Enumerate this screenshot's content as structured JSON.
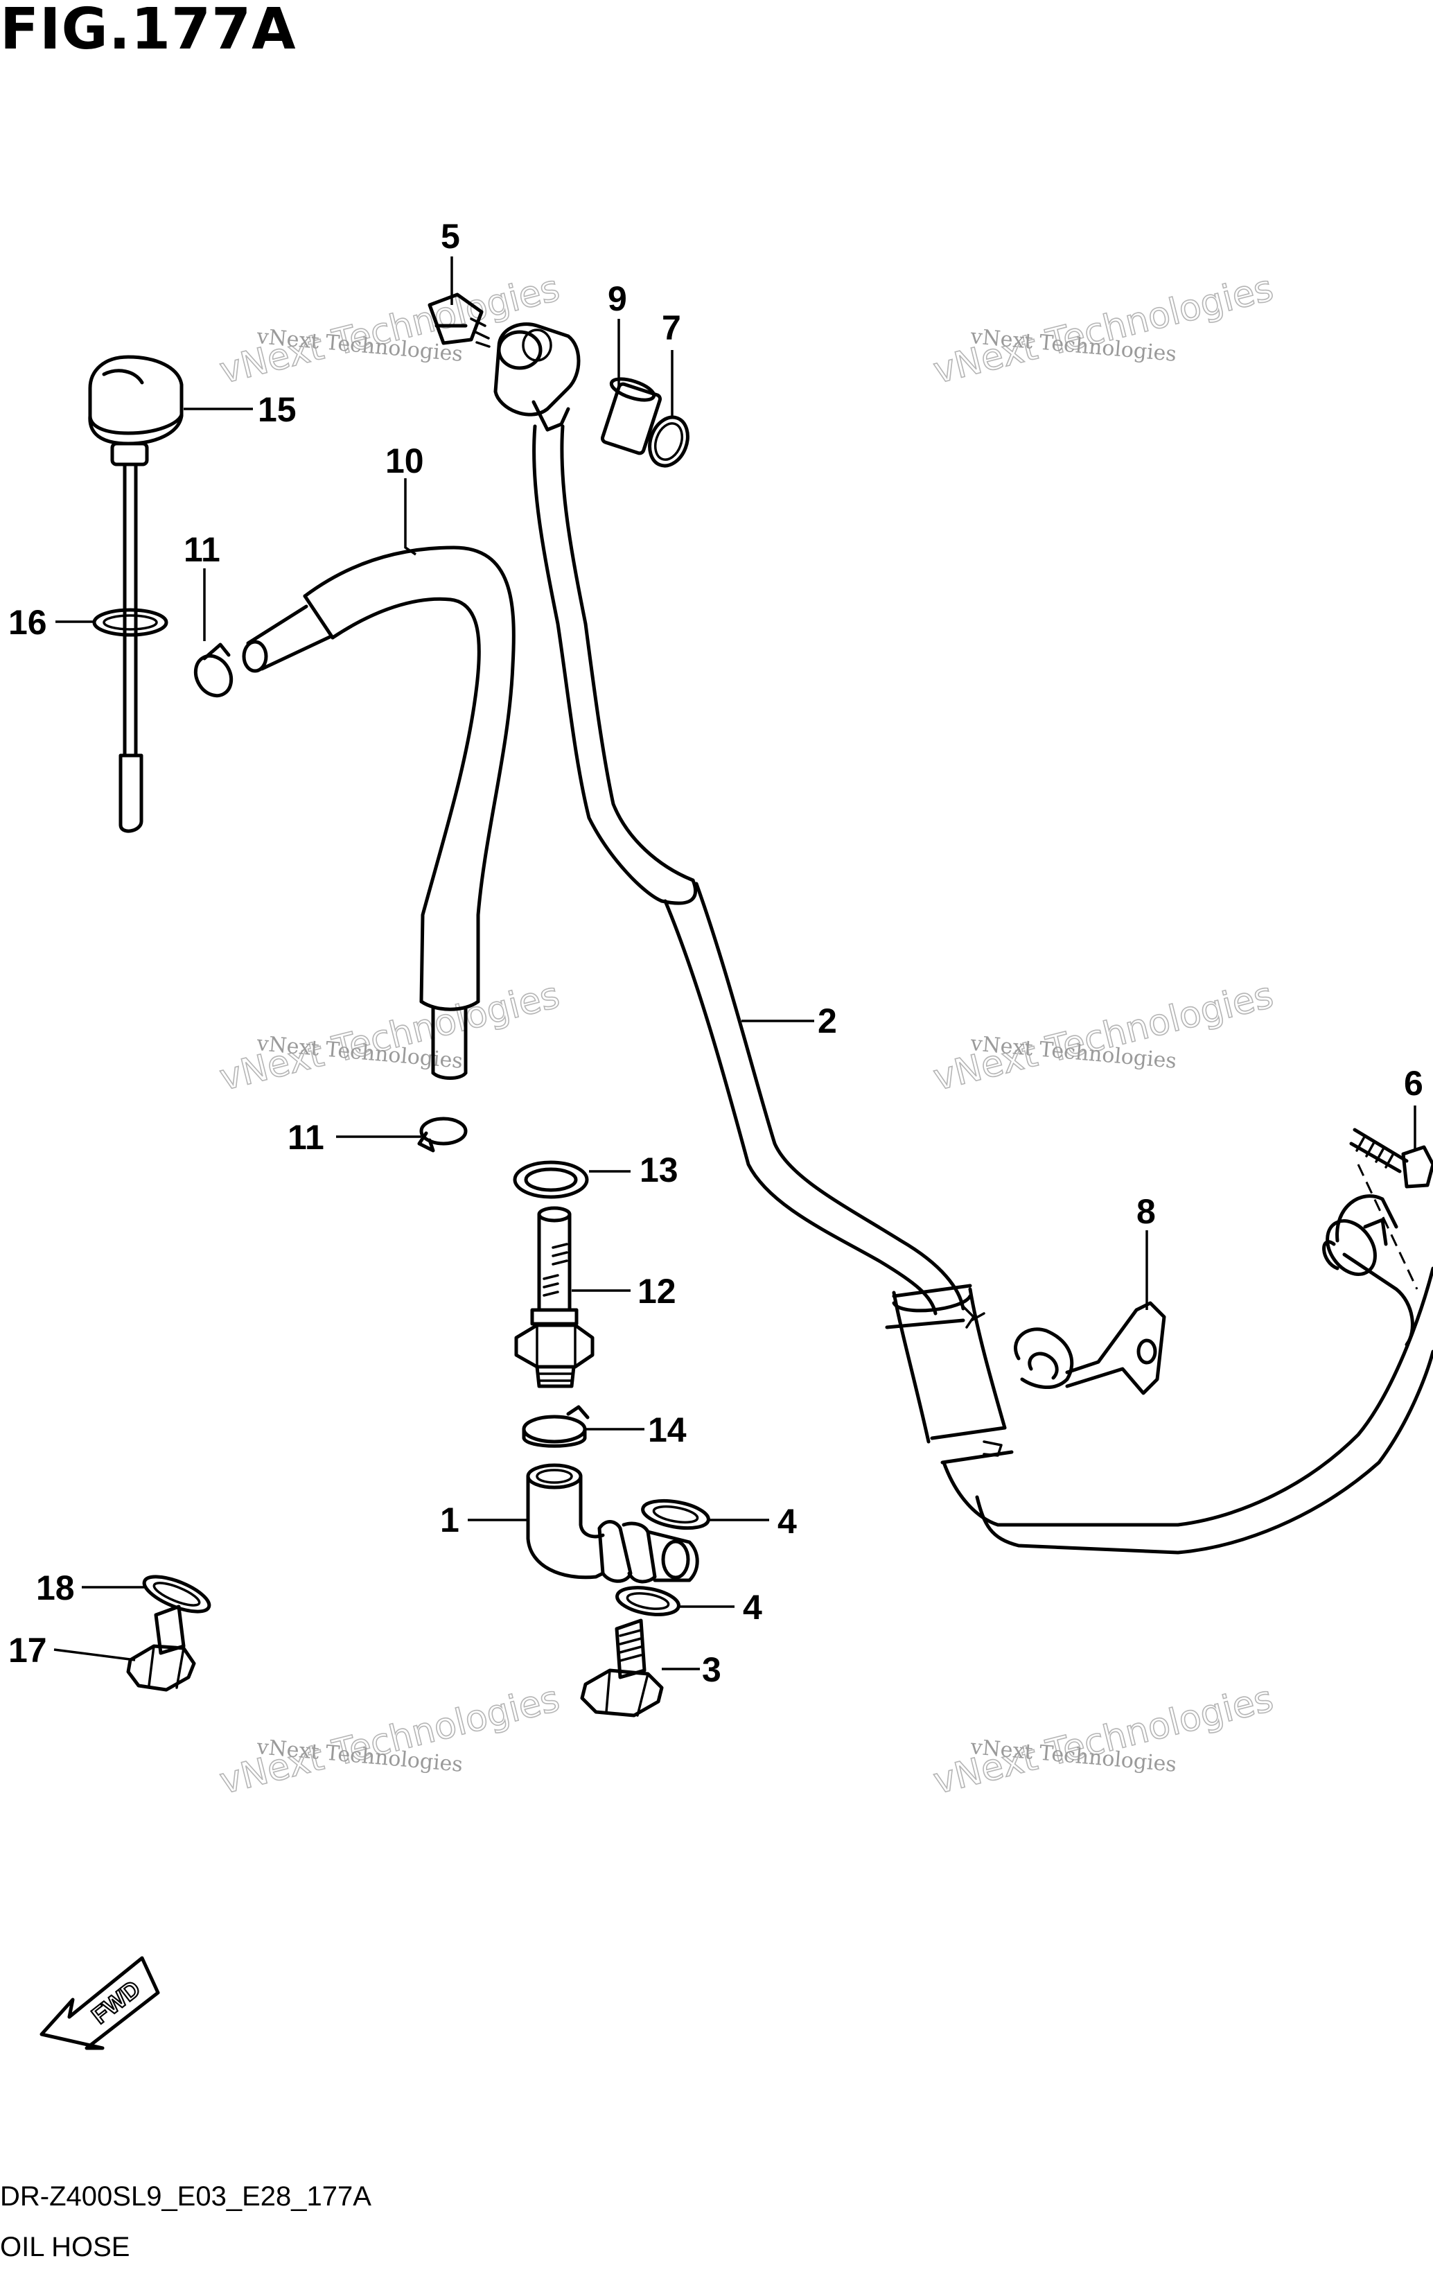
{
  "figure": {
    "title": "FIG.177A",
    "model_code": "DR-Z400SL9_E03_E28_177A",
    "caption": "OIL HOSE",
    "fwd_label": "FWD"
  },
  "watermark": {
    "line1": "vNext Technologies",
    "line2": "vNext Technologies"
  },
  "callouts": {
    "c5": "5",
    "c9": "9",
    "c7": "7",
    "c15": "15",
    "c10": "10",
    "c11a": "11",
    "c16": "16",
    "c2": "2",
    "c6": "6",
    "c11b": "11",
    "c13": "13",
    "c8": "8",
    "c12": "12",
    "c14": "14",
    "c1": "1",
    "c4a": "4",
    "c4b": "4",
    "c18": "18",
    "c17": "17",
    "c3": "3"
  }
}
